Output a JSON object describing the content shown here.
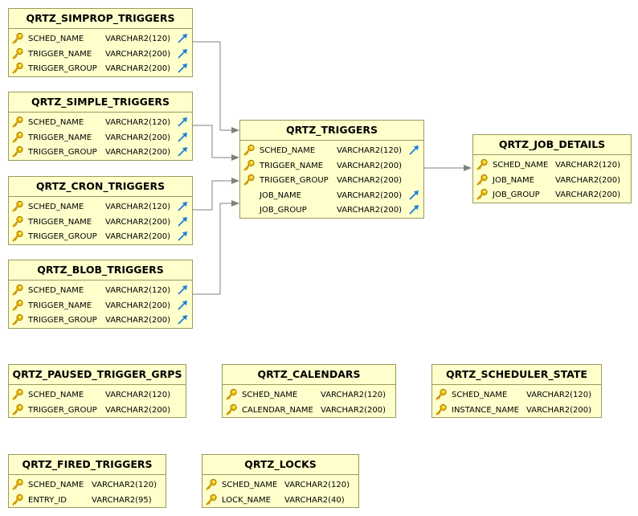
{
  "tables": [
    {
      "id": "simprop",
      "name": "QRTZ_SIMPROP_TRIGGERS",
      "columns": [
        {
          "name": "SCHED_NAME",
          "type": "VARCHAR2(120)",
          "pk": true,
          "fk": true
        },
        {
          "name": "TRIGGER_NAME",
          "type": "VARCHAR2(200)",
          "pk": true,
          "fk": true
        },
        {
          "name": "TRIGGER_GROUP",
          "type": "VARCHAR2(200)",
          "pk": true,
          "fk": true
        }
      ]
    },
    {
      "id": "simple",
      "name": "QRTZ_SIMPLE_TRIGGERS",
      "columns": [
        {
          "name": "SCHED_NAME",
          "type": "VARCHAR2(120)",
          "pk": true,
          "fk": true
        },
        {
          "name": "TRIGGER_NAME",
          "type": "VARCHAR2(200)",
          "pk": true,
          "fk": true
        },
        {
          "name": "TRIGGER_GROUP",
          "type": "VARCHAR2(200)",
          "pk": true,
          "fk": true
        }
      ]
    },
    {
      "id": "cron",
      "name": "QRTZ_CRON_TRIGGERS",
      "columns": [
        {
          "name": "SCHED_NAME",
          "type": "VARCHAR2(120)",
          "pk": true,
          "fk": true
        },
        {
          "name": "TRIGGER_NAME",
          "type": "VARCHAR2(200)",
          "pk": true,
          "fk": true
        },
        {
          "name": "TRIGGER_GROUP",
          "type": "VARCHAR2(200)",
          "pk": true,
          "fk": true
        }
      ]
    },
    {
      "id": "blob",
      "name": "QRTZ_BLOB_TRIGGERS",
      "columns": [
        {
          "name": "SCHED_NAME",
          "type": "VARCHAR2(120)",
          "pk": true,
          "fk": true
        },
        {
          "name": "TRIGGER_NAME",
          "type": "VARCHAR2(200)",
          "pk": true,
          "fk": true
        },
        {
          "name": "TRIGGER_GROUP",
          "type": "VARCHAR2(200)",
          "pk": true,
          "fk": true
        }
      ]
    },
    {
      "id": "triggers",
      "name": "QRTZ_TRIGGERS",
      "columns": [
        {
          "name": "SCHED_NAME",
          "type": "VARCHAR2(120)",
          "pk": true,
          "fk": true
        },
        {
          "name": "TRIGGER_NAME",
          "type": "VARCHAR2(200)",
          "pk": true,
          "fk": false
        },
        {
          "name": "TRIGGER_GROUP",
          "type": "VARCHAR2(200)",
          "pk": true,
          "fk": false
        },
        {
          "name": "JOB_NAME",
          "type": "VARCHAR2(200)",
          "pk": false,
          "fk": true
        },
        {
          "name": "JOB_GROUP",
          "type": "VARCHAR2(200)",
          "pk": false,
          "fk": true
        }
      ]
    },
    {
      "id": "jobdetails",
      "name": "QRTZ_JOB_DETAILS",
      "columns": [
        {
          "name": "SCHED_NAME",
          "type": "VARCHAR2(120)",
          "pk": true,
          "fk": false
        },
        {
          "name": "JOB_NAME",
          "type": "VARCHAR2(200)",
          "pk": true,
          "fk": false
        },
        {
          "name": "JOB_GROUP",
          "type": "VARCHAR2(200)",
          "pk": true,
          "fk": false
        }
      ]
    },
    {
      "id": "paused",
      "name": "QRTZ_PAUSED_TRIGGER_GRPS",
      "columns": [
        {
          "name": "SCHED_NAME",
          "type": "VARCHAR2(120)",
          "pk": true,
          "fk": false
        },
        {
          "name": "TRIGGER_GROUP",
          "type": "VARCHAR2(200)",
          "pk": true,
          "fk": false
        }
      ]
    },
    {
      "id": "calendars",
      "name": "QRTZ_CALENDARS",
      "columns": [
        {
          "name": "SCHED_NAME",
          "type": "VARCHAR2(120)",
          "pk": true,
          "fk": false
        },
        {
          "name": "CALENDAR_NAME",
          "type": "VARCHAR2(200)",
          "pk": true,
          "fk": false
        }
      ]
    },
    {
      "id": "schedstate",
      "name": "QRTZ_SCHEDULER_STATE",
      "columns": [
        {
          "name": "SCHED_NAME",
          "type": "VARCHAR2(120)",
          "pk": true,
          "fk": false
        },
        {
          "name": "INSTANCE_NAME",
          "type": "VARCHAR2(200)",
          "pk": true,
          "fk": false
        }
      ]
    },
    {
      "id": "fired",
      "name": "QRTZ_FIRED_TRIGGERS",
      "columns": [
        {
          "name": "SCHED_NAME",
          "type": "VARCHAR2(120)",
          "pk": true,
          "fk": false
        },
        {
          "name": "ENTRY_ID",
          "type": "VARCHAR2(95)",
          "pk": true,
          "fk": false
        }
      ]
    },
    {
      "id": "locks",
      "name": "QRTZ_LOCKS",
      "columns": [
        {
          "name": "SCHED_NAME",
          "type": "VARCHAR2(120)",
          "pk": true,
          "fk": false
        },
        {
          "name": "LOCK_NAME",
          "type": "VARCHAR2(40)",
          "pk": true,
          "fk": false
        }
      ]
    }
  ],
  "relationships": [
    {
      "from": "simprop",
      "to": "triggers"
    },
    {
      "from": "simple",
      "to": "triggers"
    },
    {
      "from": "cron",
      "to": "triggers"
    },
    {
      "from": "blob",
      "to": "triggers"
    },
    {
      "from": "triggers",
      "to": "jobdetails"
    }
  ],
  "colors": {
    "table_fill": "#ffffcc",
    "table_border": "#9a9a5a",
    "connector": "#808080",
    "key_icon": "#e8b800",
    "fk_icon": "#1e7fd6"
  },
  "icons": {
    "primary_key": "key-icon",
    "foreign_key": "fk-arrow-icon"
  }
}
